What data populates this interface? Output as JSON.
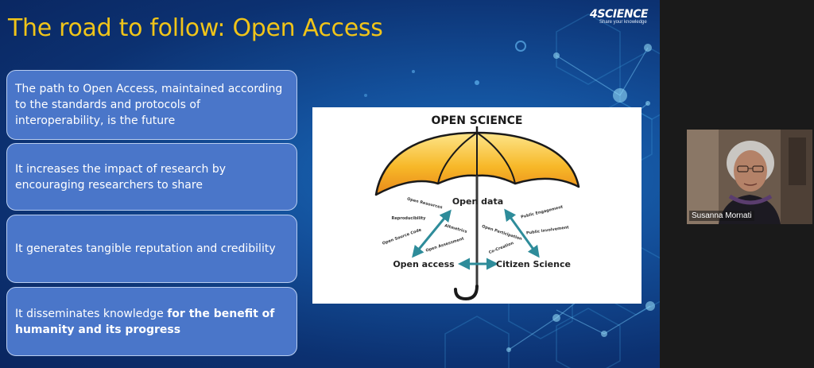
{
  "slide": {
    "title": "The road to follow: Open Access",
    "logo": {
      "name": "4SCIENCE",
      "tagline": "Share your knowledge"
    },
    "cards": [
      {
        "text": "The path to Open Access, maintained according to the standards and protocols of interoperability, is the future"
      },
      {
        "text": "It increases the impact of research by encouraging researchers to share"
      },
      {
        "text": "It generates tangible reputation and credibility"
      },
      {
        "text": "It disseminates knowledge ",
        "bold": "for the benefit of humanity and its progress"
      }
    ],
    "open_science": {
      "title": "OPEN SCIENCE",
      "open_data": "Open data",
      "open_access": "Open access",
      "citizen_science": "Citizen Science",
      "left_terms": [
        "Open Resources",
        "Reproducibility",
        "Altmetrics",
        "Open Source Code",
        "Open Assessment"
      ],
      "right_terms": [
        "Public Engagement",
        "Public Involvement",
        "Open Participation",
        "Co-Creation"
      ]
    }
  },
  "video": {
    "participant_name": "Susanna Mornati"
  },
  "colors": {
    "title": "#f0c419",
    "card_fill": "#4a76c9",
    "card_border": "#b8cdf0",
    "arrow_teal": "#2e8c9a",
    "umbrella_yellow": "#f5b21b"
  }
}
